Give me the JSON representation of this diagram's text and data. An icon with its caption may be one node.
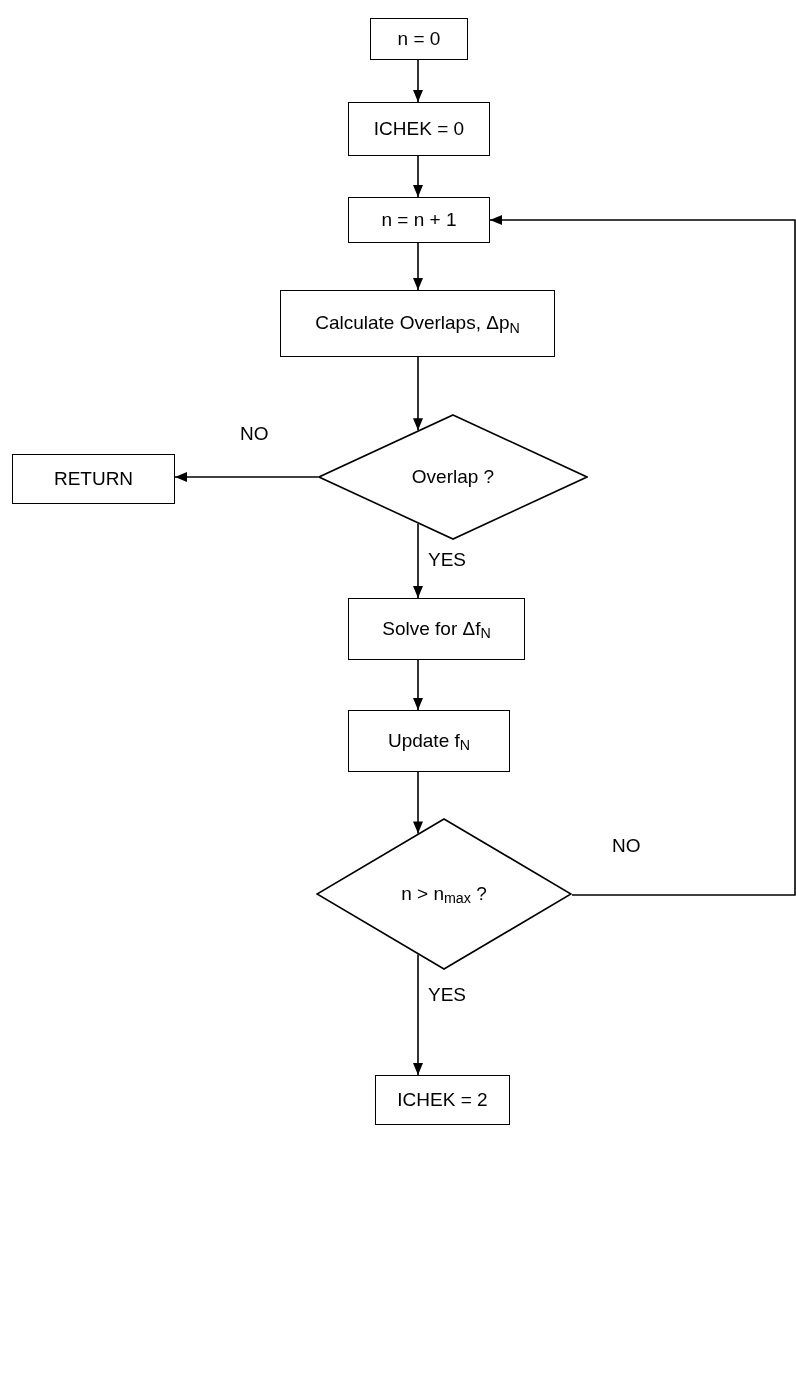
{
  "diagram": {
    "nodes": [
      {
        "text": [
          "n = 0"
        ]
      },
      {
        "text": [
          "ICHEK = 0"
        ]
      },
      {
        "text": [
          "n = n + 1"
        ]
      },
      {
        "text": [
          "Calculate Overlaps, Δp$_{N}$"
        ]
      },
      {
        "text": [
          "Overlap ?"
        ]
      },
      {
        "text": [
          "RETURN"
        ]
      },
      {
        "text": [
          "Solve for Δf$_{N}$"
        ]
      },
      {
        "text": [
          "Update f$_{N}$"
        ]
      },
      {
        "text": [
          "n > n$_{max}$ ?"
        ]
      },
      {
        "text": [
          "ICHEK = 2"
        ]
      }
    ],
    "edges": [
      {
        "from": 0,
        "to": 1,
        "arrow": "to"
      },
      {
        "from": 1,
        "to": 2,
        "arrow": "to"
      },
      {
        "from": 2,
        "to": 3,
        "arrow": "to"
      },
      {
        "from": 3,
        "to": 4,
        "arrow": "to"
      },
      {
        "from": 4,
        "to": 5,
        "arrow": "to",
        "label": "NO"
      },
      {
        "from": 4,
        "to": 6,
        "arrow": "to",
        "label": "YES"
      },
      {
        "from": 6,
        "to": 7,
        "arrow": "to"
      },
      {
        "from": 7,
        "to": 8,
        "arrow": "to"
      },
      {
        "from": 8,
        "to": 2,
        "arrow": "to",
        "label": "NO"
      },
      {
        "from": 8,
        "to": 9,
        "arrow": "to",
        "label": "YES"
      }
    ]
  }
}
